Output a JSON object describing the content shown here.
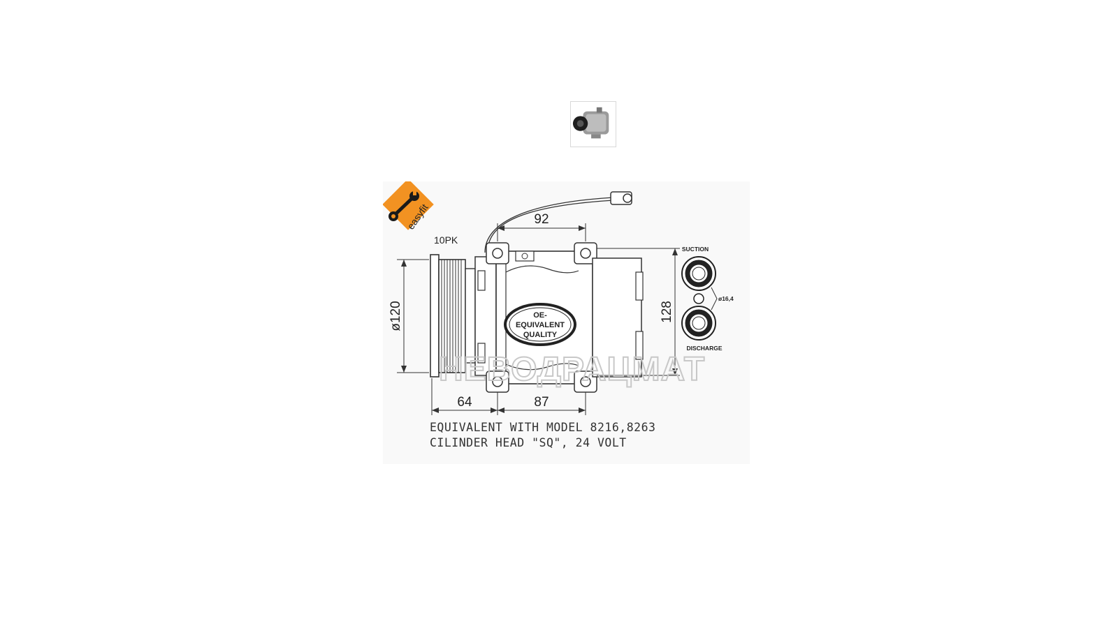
{
  "thumbnail": {
    "icon": "compressor-photo-icon"
  },
  "badge": {
    "label": "easyfit",
    "color": "#f29222"
  },
  "belt_label": "10PK",
  "dimensions": {
    "top_width": "92",
    "pulley_diameter": "ø120",
    "height": "128",
    "bottom_left": "64",
    "bottom_right": "87",
    "port_diameter": "ø16,4"
  },
  "ports": {
    "suction": "SUCTION",
    "discharge": "DISCHARGE"
  },
  "oe_badge": {
    "line1": "OE-",
    "line2": "EQUIVALENT",
    "line3": "QUALITY"
  },
  "notes": {
    "line1": "EQUIVALENT WITH MODEL 8216,8263",
    "line2": "CILINDER HEAD \"SQ\", 24 VOLT"
  },
  "watermark": "НЕВОДРАЦМАТ"
}
